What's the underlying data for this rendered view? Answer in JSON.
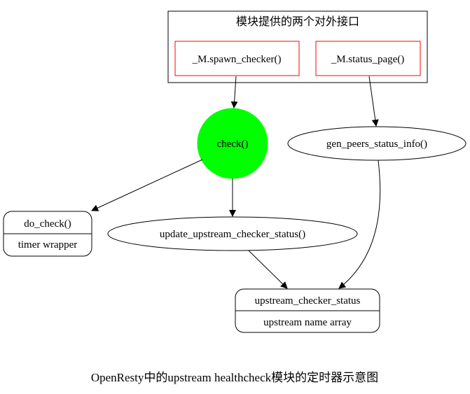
{
  "cluster": {
    "label": "模块提供的两个对外接口",
    "interface_1": "_M.spawn_checker()",
    "interface_2": "_M.status_page()"
  },
  "nodes": {
    "check": "check()",
    "gen_peers_status_info": "gen_peers_status_info()",
    "do_check_title": "do_check()",
    "do_check_field": "timer wrapper",
    "update_upstream_checker_status": "update_upstream_checker_status()",
    "upstream_checker_status_title": "upstream_checker_status",
    "upstream_checker_status_field": "upstream name array"
  },
  "caption": "OpenResty中的upstream healthcheck模块的定时器示意图",
  "colors": {
    "background": "#ffffff",
    "stroke": "#000000",
    "interface_box_border": "#ff0000",
    "check_node_fill": "#00ff00"
  }
}
